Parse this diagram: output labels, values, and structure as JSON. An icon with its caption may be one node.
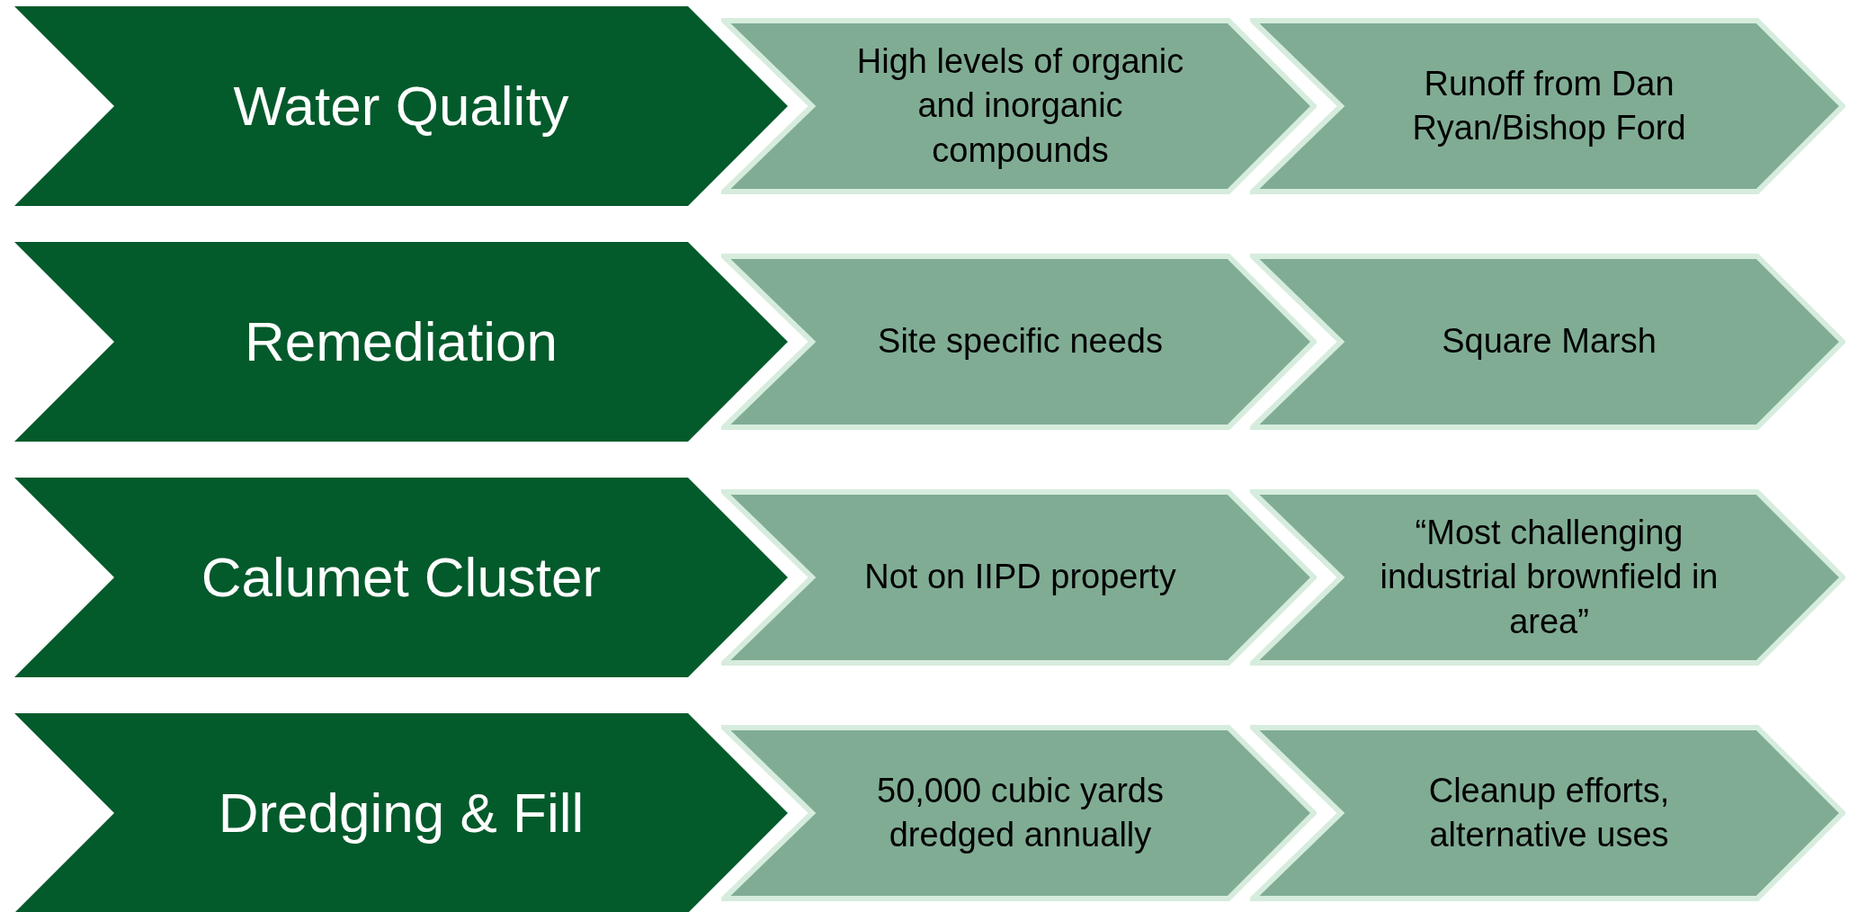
{
  "diagram": {
    "nodes": [
      {
        "text": [
          "Water Quality"
        ]
      },
      {
        "text": [
          "High levels of organic and inorganic compounds"
        ]
      },
      {
        "text": [
          "Runoff from Dan Ryan/Bishop Ford"
        ]
      },
      {
        "text": [
          "Remediation"
        ]
      },
      {
        "text": [
          "Site specific needs"
        ]
      },
      {
        "text": [
          "Square Marsh"
        ]
      },
      {
        "text": [
          "Calumet Cluster"
        ]
      },
      {
        "text": [
          "Not on IIPD property"
        ]
      },
      {
        "text": [
          "“Most challenging industrial brownfield in area”"
        ]
      },
      {
        "text": [
          "Dredging & Fill"
        ]
      },
      {
        "text": [
          "50,000 cubic yards dredged annually"
        ]
      },
      {
        "text": [
          "Cleanup efforts, alternative uses"
        ]
      }
    ]
  }
}
